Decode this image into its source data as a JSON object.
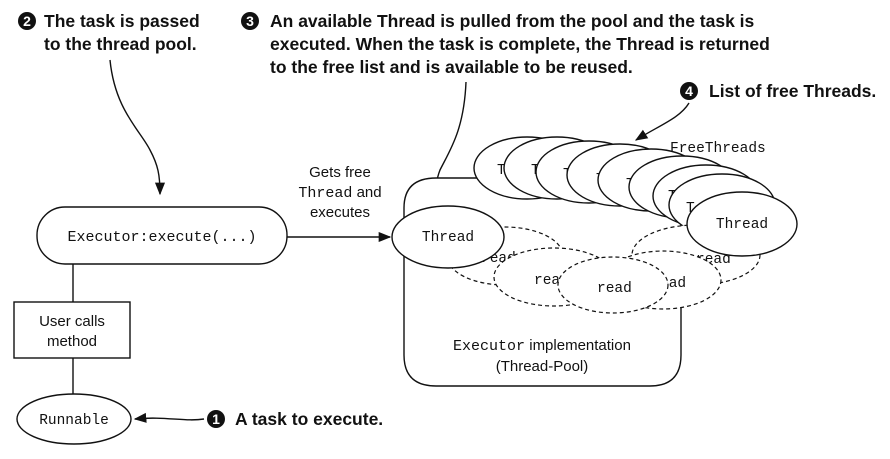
{
  "callouts": {
    "c1": {
      "number": "1",
      "text": "A task to execute."
    },
    "c2": {
      "number": "2",
      "lines": [
        "The task is passed",
        "to the thread pool."
      ]
    },
    "c3": {
      "number": "3",
      "lines": [
        "An available Thread is pulled from the pool and the task is",
        "executed. When the task is complete, the Thread is returned",
        "to the free list and is available to be reused."
      ]
    },
    "c4": {
      "number": "4",
      "text": "List of free Threads."
    }
  },
  "nodes": {
    "runnable": "Runnable",
    "user_calls": [
      "User calls",
      "method"
    ],
    "executor_execute": "Executor:execute(...)",
    "thread": "Thread",
    "free_threads_label": "FreeThreads",
    "executor_impl": {
      "code": "Executor",
      "rest": " implementation",
      "line2": "(Thread-Pool)"
    }
  },
  "edge_label": {
    "line1": "Gets free",
    "line2_code": "Thread",
    "line2_rest": " and",
    "line3": "executes"
  },
  "stack": {
    "free_partial": [
      "T",
      "T",
      "T",
      "T",
      "T",
      "T",
      "T",
      "T"
    ],
    "free_front": "Thread",
    "busy_partial": [
      "read",
      "read",
      "read",
      "ead",
      "read"
    ]
  }
}
